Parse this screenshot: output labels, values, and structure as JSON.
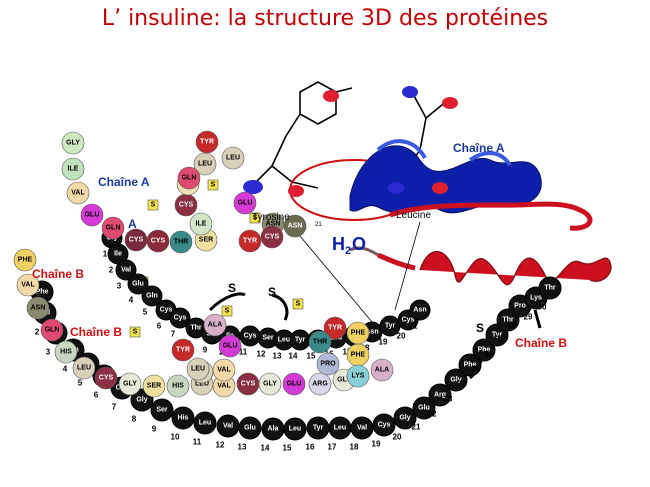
{
  "title": "L’ insuline: la structure 3D des protéines",
  "labels": {
    "chaine_a_left": "Chaîne A",
    "chaine_a_right": "Chaîne A",
    "chaine_b_left1": "Chaîne B",
    "chaine_b_left2": "Chaîne B",
    "chaine_b_right": "Chaîne B",
    "tyrosine": "Tyrosine",
    "leucine": "Leucine",
    "water_h": "H",
    "water_sub": "2",
    "water_o": "O",
    "ss": "S",
    "small_a": "A",
    "num_21": "21"
  },
  "colors": {
    "title": "#c00000",
    "chain_a_label": "#1a3aa0",
    "chain_b_label": "#d01010",
    "helix_blue": "#0b1fa8",
    "helix_red": "#cc1020"
  },
  "chain_a_beads": [
    {
      "label": "GLY",
      "color": "#cfe9c0"
    },
    {
      "label": "ILE",
      "color": "#bfe3bd"
    },
    {
      "label": "VAL",
      "color": "#f3d9a8"
    },
    {
      "label": "GLU",
      "color": "#d63ad6"
    },
    {
      "label": "GLN",
      "color": "#e04a70"
    },
    {
      "label": "CYS",
      "color": "#7a2a3a"
    },
    {
      "label": "CYS",
      "color": "#8a2a3a"
    },
    {
      "label": "THR",
      "color": "#3a8a8a"
    },
    {
      "label": "SER",
      "color": "#f2e0a0"
    },
    {
      "label": "ILE",
      "color": "#cfe5c6"
    },
    {
      "label": "CYS",
      "color": "#8a3040"
    },
    {
      "label": "SER",
      "color": "#efe2b0"
    },
    {
      "label": "LEU",
      "color": "#d8d0b8"
    },
    {
      "label": "TYR",
      "color": "#c52a2a"
    },
    {
      "label": "GLN",
      "color": "#e04a70"
    },
    {
      "label": "LEU",
      "color": "#d8d0b8"
    },
    {
      "label": "GLU",
      "color": "#d63ad6"
    },
    {
      "label": "ASN",
      "color": "#8a8a70"
    },
    {
      "label": "TYR",
      "color": "#c52a2a"
    },
    {
      "label": "CYS",
      "color": "#8a3040"
    },
    {
      "label": "ASN",
      "color": "#6a6a50"
    }
  ],
  "chain_b_beads": [
    {
      "label": "PHE",
      "color": "#f0d060"
    },
    {
      "label": "VAL",
      "color": "#f3d9a8"
    },
    {
      "label": "ASN",
      "color": "#8a8a70"
    },
    {
      "label": "GLN",
      "color": "#e04a70"
    },
    {
      "label": "HIS",
      "color": "#c8d8c0"
    },
    {
      "label": "LEU",
      "color": "#d8d0b8"
    },
    {
      "label": "CYS",
      "color": "#8a3040"
    },
    {
      "label": "GLY",
      "color": "#e8e8d8"
    },
    {
      "label": "SER",
      "color": "#f2e0a0"
    },
    {
      "label": "HIS",
      "color": "#c8d8c0"
    },
    {
      "label": "LEU",
      "color": "#d8d0b8"
    },
    {
      "label": "VAL",
      "color": "#f3d9a8"
    },
    {
      "label": "GLU",
      "color": "#d63ad6"
    },
    {
      "label": "ALA",
      "color": "#d8b0c8"
    },
    {
      "label": "LEU",
      "color": "#d8d0b8"
    },
    {
      "label": "TYR",
      "color": "#c52a2a"
    },
    {
      "label": "LEU",
      "color": "#d8d0b8"
    },
    {
      "label": "VAL",
      "color": "#f3d9a8"
    },
    {
      "label": "CYS",
      "color": "#8a3040"
    },
    {
      "label": "GLY",
      "color": "#e8e8d8"
    },
    {
      "label": "GLU",
      "color": "#d63ad6"
    },
    {
      "label": "ARG",
      "color": "#d8d8e8"
    },
    {
      "label": "GLY",
      "color": "#e8e8d8"
    },
    {
      "label": "PHE",
      "color": "#f0d060"
    },
    {
      "label": "PHE",
      "color": "#f0d060"
    },
    {
      "label": "TYR",
      "color": "#c52a2a"
    },
    {
      "label": "THR",
      "color": "#3a8a8a"
    },
    {
      "label": "PRO",
      "color": "#b0b8d8"
    },
    {
      "label": "LYS",
      "color": "#8ad0d8"
    },
    {
      "label": "ALA",
      "color": "#d8b0c8"
    }
  ],
  "black_chain_b": [
    {
      "label": "Phe",
      "num": "1"
    },
    {
      "label": "Val",
      "num": "2"
    },
    {
      "label": "Asn",
      "num": "3"
    },
    {
      "label": "Gln",
      "num": "4"
    },
    {
      "label": "His",
      "num": "5"
    },
    {
      "label": "Leu",
      "num": "6"
    },
    {
      "label": "Cys",
      "num": "7"
    },
    {
      "label": "Gly",
      "num": "8"
    },
    {
      "label": "Ser",
      "num": "9"
    },
    {
      "label": "His",
      "num": "10"
    },
    {
      "label": "Leu",
      "num": "11"
    },
    {
      "label": "Val",
      "num": "12"
    },
    {
      "label": "Glu",
      "num": "13"
    },
    {
      "label": "Ala",
      "num": "14"
    },
    {
      "label": "Leu",
      "num": "15"
    },
    {
      "label": "Tyr",
      "num": "16"
    },
    {
      "label": "Leu",
      "num": "17"
    },
    {
      "label": "Val",
      "num": "18"
    },
    {
      "label": "Cys",
      "num": "19"
    },
    {
      "label": "Gly",
      "num": "20"
    },
    {
      "label": "Glu",
      "num": "21"
    },
    {
      "label": "Arg",
      "num": "22"
    },
    {
      "label": "Gly",
      "num": "23"
    },
    {
      "label": "Phe",
      "num": "24"
    },
    {
      "label": "Phe",
      "num": "25"
    },
    {
      "label": "Tyr",
      "num": "26"
    },
    {
      "label": "Thr",
      "num": "27"
    },
    {
      "label": "Pro",
      "num": "28"
    },
    {
      "label": "Lys",
      "num": "29"
    },
    {
      "label": "Thr",
      "num": "30"
    }
  ],
  "black_chain_a": [
    {
      "label": "Gly",
      "num": "1"
    },
    {
      "label": "Ile",
      "num": "2"
    },
    {
      "label": "Val",
      "num": "3"
    },
    {
      "label": "Glu",
      "num": "4"
    },
    {
      "label": "Gln",
      "num": "5"
    },
    {
      "label": "Cys",
      "num": "6"
    },
    {
      "label": "Cys",
      "num": "7"
    },
    {
      "label": "Thr",
      "num": "8"
    },
    {
      "label": "Ser",
      "num": "9"
    },
    {
      "label": "Ile",
      "num": "10"
    },
    {
      "label": "Cys",
      "num": "11"
    },
    {
      "label": "Ser",
      "num": "12"
    },
    {
      "label": "Leu",
      "num": "13"
    },
    {
      "label": "Tyr",
      "num": "14"
    },
    {
      "label": "Gln",
      "num": "15"
    },
    {
      "label": "Leu",
      "num": "16"
    },
    {
      "label": "Glu",
      "num": "17"
    },
    {
      "label": "Asn",
      "num": "18"
    },
    {
      "label": "Tyr",
      "num": "19"
    },
    {
      "label": "Cys",
      "num": "20"
    },
    {
      "label": "Asn",
      "num": "21"
    }
  ]
}
